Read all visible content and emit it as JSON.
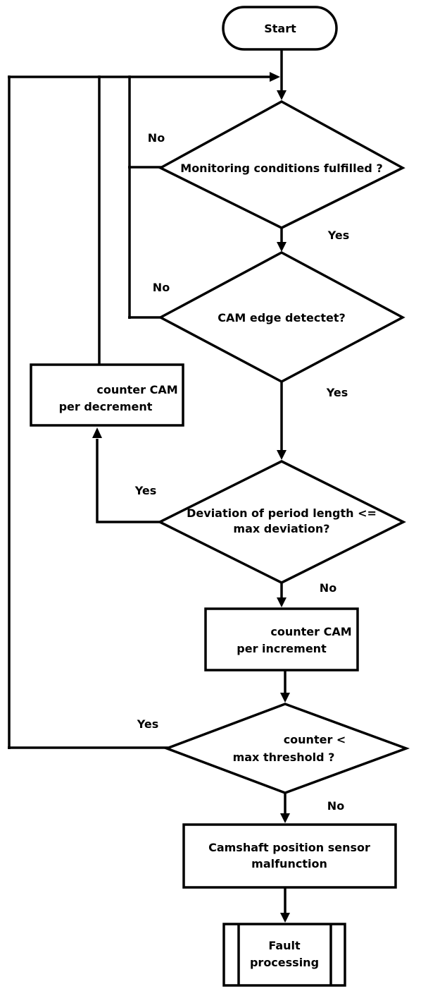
{
  "background": "#ffffff",
  "line_color": "#000000",
  "text_color": "#000000",
  "nodes": {
    "start": {
      "type": "terminator",
      "label": "Start"
    },
    "monitoring": {
      "type": "decision",
      "label": "Monitoring conditions fulfilled ?",
      "no_label": "No",
      "yes_label": "Yes"
    },
    "cam_edge": {
      "type": "decision",
      "label": "CAM edge detectet?",
      "no_label": "No",
      "yes_label": "Yes"
    },
    "decrement": {
      "type": "process",
      "line1": "counter CAM",
      "line2": "per decrement"
    },
    "deviation": {
      "type": "decision",
      "line1": "Deviation of period length <=",
      "line2": "max deviation?",
      "yes_label": "Yes",
      "no_label": "No"
    },
    "increment": {
      "type": "process",
      "line1": "counter CAM",
      "line2": "per increment"
    },
    "threshold": {
      "type": "decision",
      "line1": "counter <",
      "line2": "max threshold ?",
      "yes_label": "Yes",
      "no_label": "No"
    },
    "malfunction": {
      "type": "process",
      "line1": "Camshaft position sensor",
      "line2": "malfunction"
    },
    "fault": {
      "type": "predefined_process",
      "line1": "Fault",
      "line2": "processing"
    }
  },
  "edges": [
    {
      "from": "start",
      "to": "monitoring",
      "label": ""
    },
    {
      "from": "monitoring",
      "to": "monitoring",
      "label": "No"
    },
    {
      "from": "monitoring",
      "to": "cam_edge",
      "label": "Yes"
    },
    {
      "from": "cam_edge",
      "to": "monitoring",
      "label": "No"
    },
    {
      "from": "cam_edge",
      "to": "deviation",
      "label": "Yes"
    },
    {
      "from": "deviation",
      "to": "decrement",
      "label": "Yes"
    },
    {
      "from": "decrement",
      "to": "monitoring",
      "label": ""
    },
    {
      "from": "deviation",
      "to": "increment",
      "label": "No"
    },
    {
      "from": "increment",
      "to": "threshold",
      "label": ""
    },
    {
      "from": "threshold",
      "to": "monitoring",
      "label": "Yes"
    },
    {
      "from": "threshold",
      "to": "malfunction",
      "label": "No"
    },
    {
      "from": "malfunction",
      "to": "fault",
      "label": ""
    }
  ]
}
